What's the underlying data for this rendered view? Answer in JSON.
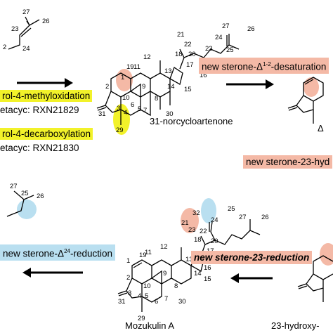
{
  "labels": {
    "r1_line1": "rol-4-methyloxidation",
    "r1_line2": "etacyc: RXN21829",
    "r2_line1": "rol-4-decarboxylation",
    "r2_line2": "etacyc: RXN21830",
    "r3_pre": "new sterone-",
    "r3_delta": "Δ",
    "r3_sup": "1-2",
    "r3_post": "-desaturation",
    "r4": "new sterone-23-hyd",
    "r5_pre": "new sterone-",
    "r5_delta": "Δ",
    "r5_sup": "24",
    "r5_post": "-reduction",
    "r6": "new sterone-23-reduction",
    "right_top_partial": "Δ",
    "right_bottom_partial": "23-hydroxy-"
  },
  "compounds": {
    "top_center": "31-norcycloartenone",
    "bottom_center": "Mozukulin A"
  },
  "atom_numbers": {
    "side_top": [
      "27",
      "26",
      "23",
      "24",
      "2"
    ],
    "top": [
      "21",
      "22",
      "20",
      "18",
      "24",
      "23",
      "27",
      "26",
      "25",
      "12",
      "11",
      "17",
      "13",
      "16",
      "19",
      "9",
      "14",
      "1",
      "15",
      "2",
      "10",
      "8",
      "30",
      "3",
      "5",
      "4",
      "7",
      "6",
      "31",
      "29"
    ],
    "bottom": [
      "27",
      "25",
      "26",
      "32",
      "21",
      "22",
      "20",
      "18",
      "24",
      "23",
      "27",
      "26",
      "25",
      "12",
      "11",
      "17",
      "13",
      "19",
      "16",
      "14",
      "1",
      "9",
      "15",
      "2",
      "10",
      "8",
      "30",
      "3",
      "4",
      "5",
      "6",
      "7",
      "31",
      "29"
    ]
  },
  "colors": {
    "yellow": "#f2f22a",
    "pink": "#f4b9a6",
    "blue": "#b9dff0",
    "line": "#000000"
  }
}
